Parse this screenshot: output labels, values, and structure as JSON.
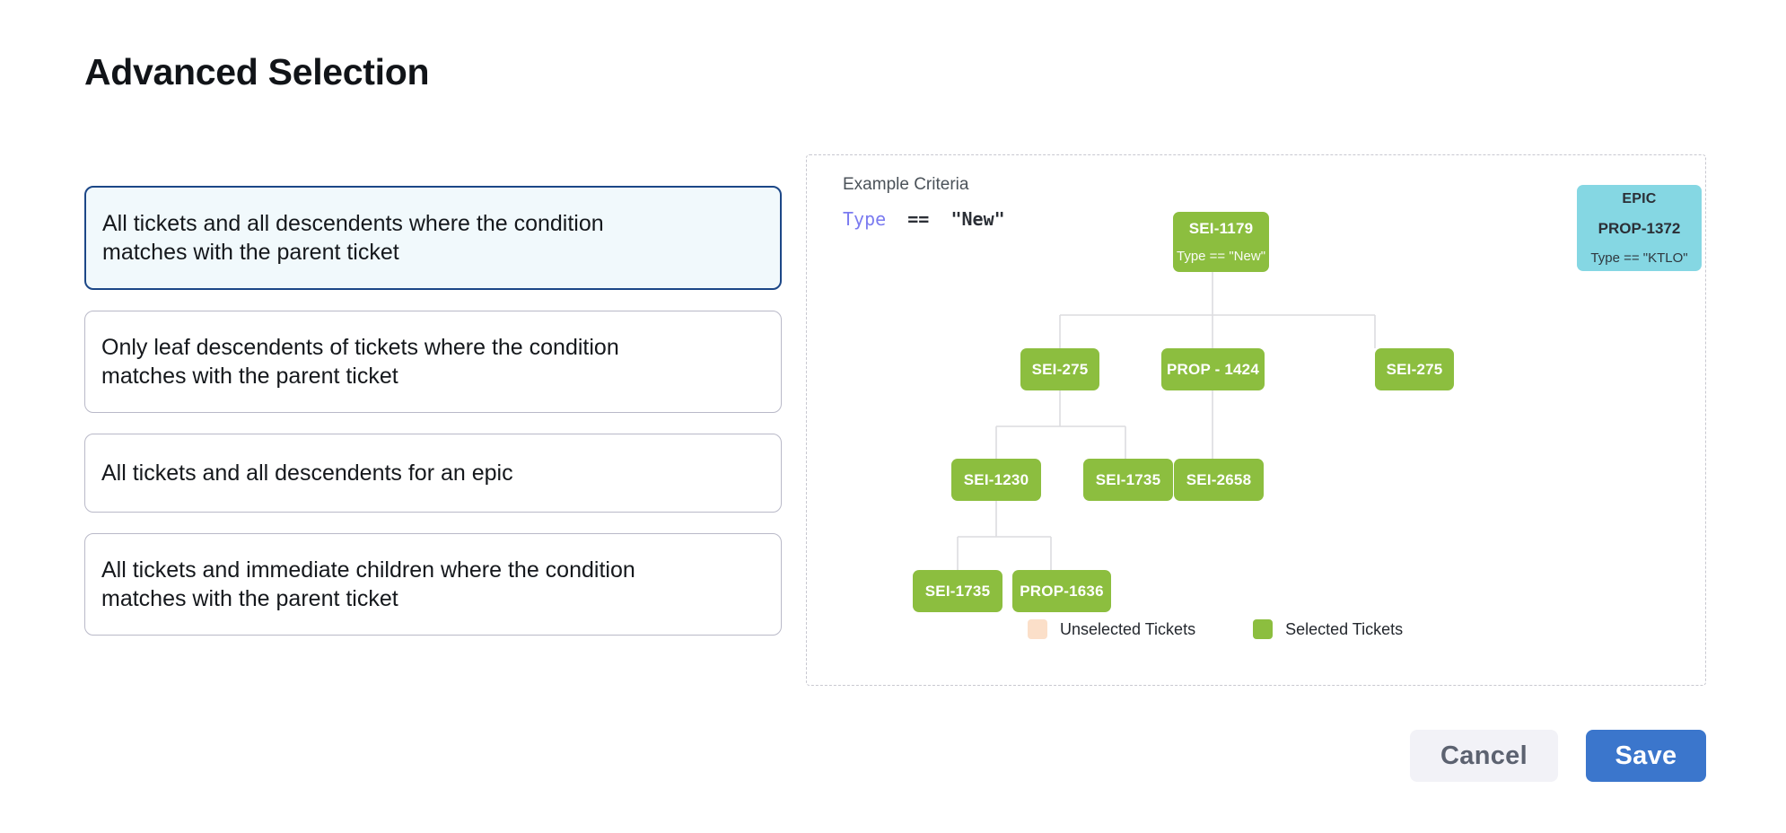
{
  "page": {
    "title": "Advanced Selection"
  },
  "options": [
    {
      "id": "all-descendents-condition",
      "label": "All tickets and all descendents where the condition matches with the parent ticket",
      "selected": true
    },
    {
      "id": "leaf-descendents-condition",
      "label": "Only leaf descendents of tickets where the condition matches with the parent ticket",
      "selected": false
    },
    {
      "id": "all-descendents-epic",
      "label": "All tickets and all descendents for an epic",
      "selected": false
    },
    {
      "id": "immediate-children-condition",
      "label": "All tickets and immediate children where the condition matches with the parent ticket",
      "selected": false
    }
  ],
  "diagram": {
    "criteria_title": "Example Criteria",
    "criteria_field": "Type",
    "criteria_operator": "==",
    "criteria_value": "\"New\"",
    "nodes": {
      "root": {
        "key": "SEI-1179",
        "cond": "Type == \"New\""
      },
      "epic": {
        "label": "EPIC",
        "key": "PROP-1372",
        "cond": "Type == \"KTLO\""
      },
      "l2a": {
        "key": "SEI-275"
      },
      "l2b": {
        "key": "PROP - 1424"
      },
      "l2c": {
        "key": "SEI-275"
      },
      "l3a": {
        "key": "SEI-1230"
      },
      "l3b": {
        "key": "SEI-1735"
      },
      "l3c": {
        "key": "SEI-2658"
      },
      "l4a": {
        "key": "SEI-1735"
      },
      "l4b": {
        "key": "PROP-1636"
      }
    },
    "legend": [
      {
        "id": "unselected",
        "label": "Unselected Tickets",
        "color": "#fbdfc9"
      },
      {
        "id": "selected",
        "label": "Selected Tickets",
        "color": "#8cbe3f"
      }
    ]
  },
  "footer": {
    "cancel_label": "Cancel",
    "save_label": "Save"
  },
  "colors": {
    "selected_node": "#8cbe3f",
    "epic_node": "#85d7e3",
    "unselected_node": "#fbdfc9",
    "primary_button": "#3b76cc",
    "selected_card_border": "#1c4787",
    "selected_card_bg": "#f1f9fc",
    "criteria_field": "#7b7bf0"
  }
}
